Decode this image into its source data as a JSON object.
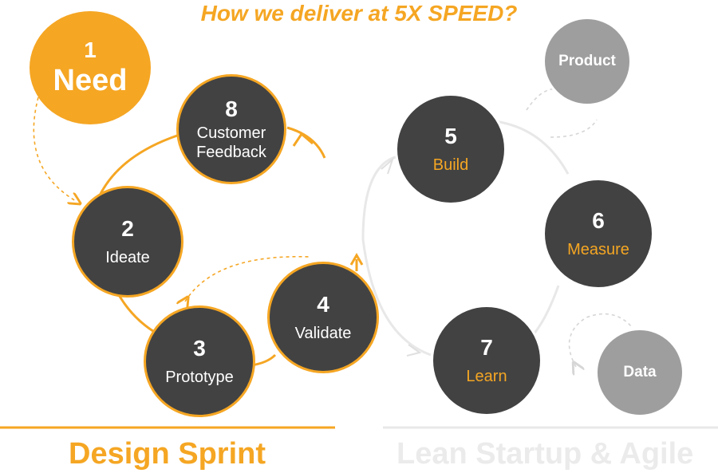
{
  "title": "How we deliver at 5X SPEED?",
  "need": {
    "number": "1",
    "label": "Need"
  },
  "design_steps": [
    {
      "number": "8",
      "label": "Customer Feedback"
    },
    {
      "number": "2",
      "label": "Ideate"
    },
    {
      "number": "3",
      "label": "Prototype"
    },
    {
      "number": "4",
      "label": "Validate"
    }
  ],
  "lean_steps": [
    {
      "number": "5",
      "label": "Build"
    },
    {
      "number": "6",
      "label": "Measure"
    },
    {
      "number": "7",
      "label": "Learn"
    }
  ],
  "outputs": {
    "product": "Product",
    "data": "Data"
  },
  "sections": {
    "design": "Design Sprint",
    "lean": "Lean Startup & Agile"
  },
  "colors": {
    "accent": "#f5a623",
    "dark": "#424242",
    "grey": "#9e9e9e",
    "faded": "#e8e8e8"
  }
}
